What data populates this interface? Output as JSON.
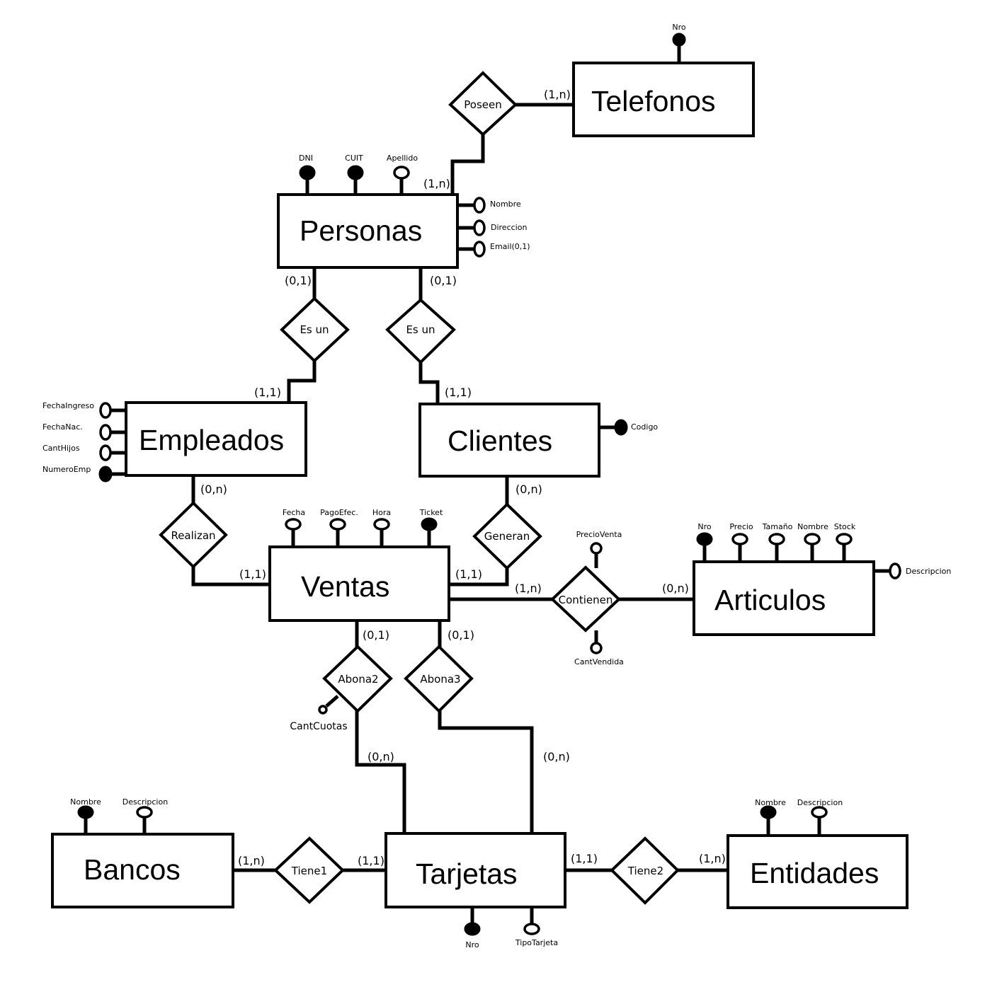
{
  "entities": {
    "telefonos": "Telefonos",
    "personas": "Personas",
    "empleados": "Empleados",
    "clientes": "Clientes",
    "ventas": "Ventas",
    "articulos": "Articulos",
    "bancos": "Bancos",
    "tarjetas": "Tarjetas",
    "entidades": "Entidades"
  },
  "relationships": {
    "poseen": "Poseen",
    "es_un_empleado": "Es un",
    "es_un_cliente": "Es un",
    "realizan": "Realizan",
    "generan": "Generan",
    "contienen": "Contienen",
    "abona2": "Abona2",
    "abona3": "Abona3",
    "tiene1": "Tiene1",
    "tiene2": "Tiene2"
  },
  "cardinalities": {
    "telefonos_poseen": "(1,n)",
    "personas_poseen": "(1,n)",
    "personas_empleado": "(0,1)",
    "personas_cliente": "(0,1)",
    "empleados_esun": "(1,1)",
    "clientes_esun": "(1,1)",
    "empleados_realizan": "(0,n)",
    "clientes_generan": "(0,n)",
    "ventas_realizan": "(1,1)",
    "ventas_generan": "(1,1)",
    "ventas_contienen": "(1,n)",
    "articulos_contienen": "(0,n)",
    "ventas_abona2": "(0,1)",
    "ventas_abona3": "(0,1)",
    "tarjetas_abona2": "(0,n)",
    "tarjetas_abona3": "(0,n)",
    "bancos_tiene1": "(1,n)",
    "tarjetas_tiene1": "(1,1)",
    "tarjetas_tiene2": "(1,1)",
    "entidades_tiene2": "(1,n)"
  },
  "attributes": {
    "telefonos_nro": "Nro",
    "personas_dni": "DNI",
    "personas_cuit": "CUIT",
    "personas_apellido": "Apellido",
    "personas_nombre": "Nombre",
    "personas_direccion": "Direccion",
    "personas_email": "Email(0,1)",
    "empleados_fechaingreso": "FechaIngreso",
    "empleados_fechanac": "FechaNac.",
    "empleados_canthijos": "CantHijos",
    "empleados_numeroemp": "NumeroEmp",
    "clientes_codigo": "Codigo",
    "ventas_fecha": "Fecha",
    "ventas_pagoefec": "PagoEfec.",
    "ventas_hora": "Hora",
    "ventas_ticket": "Ticket",
    "contienen_precioventa": "PrecioVenta",
    "contienen_cantvendida": "CantVendida",
    "articulos_nro": "Nro",
    "articulos_precio": "Precio",
    "articulos_tamano": "Tamaño",
    "articulos_nombre": "Nombre",
    "articulos_stock": "Stock",
    "articulos_descripcion": "Descripcion",
    "abona2_cantcuotas": "CantCuotas",
    "bancos_nombre": "Nombre",
    "bancos_descripcion": "Descripcion",
    "entidades_nombre": "Nombre",
    "entidades_descripcion": "Descripcion",
    "tarjetas_nro": "Nro",
    "tarjetas_tipotarjeta": "TipoTarjeta"
  }
}
